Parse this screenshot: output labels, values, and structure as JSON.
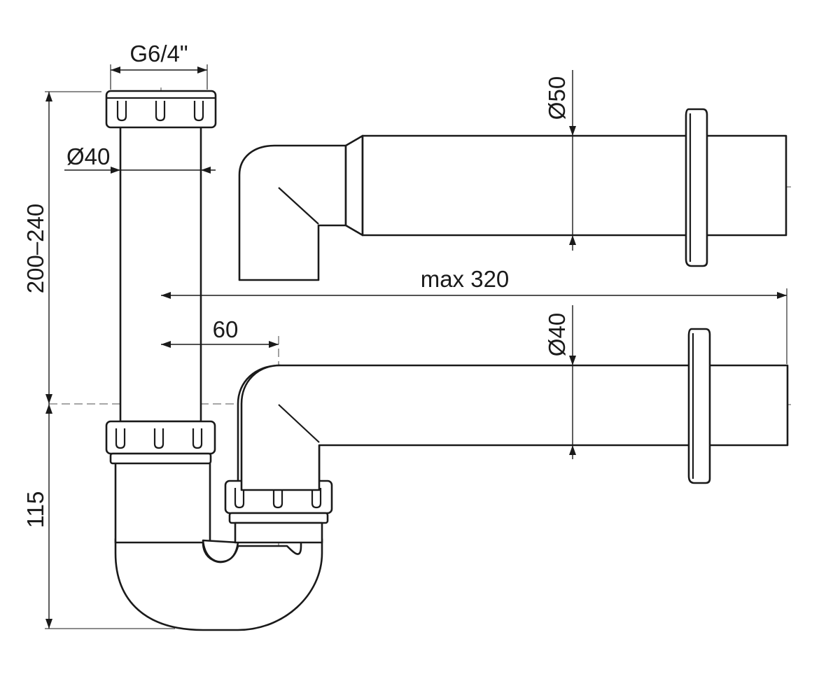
{
  "drawing": {
    "dimensions": {
      "thread": "G6/4\"",
      "inlet_diameter": "Ø40",
      "height_range": "200–240",
      "trap_depth": "115",
      "offset": "60",
      "max_length": "max 320",
      "alt_outlet_diameter": "Ø50",
      "outlet_diameter": "Ø40"
    },
    "colors": {
      "line": "#1a1a1a",
      "centerline": "#8a8a8a",
      "background": "#ffffff"
    }
  }
}
